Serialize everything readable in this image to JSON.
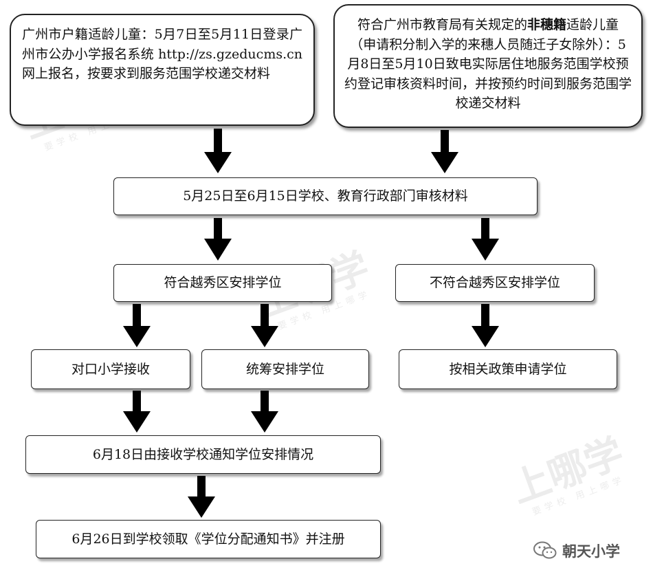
{
  "boxes": {
    "local": {
      "prefix": "广州市户籍适龄儿童：",
      "rest": "5月7日至5月11日登录广州市公办小学报名系统 http://zs.gzeducms.cn 网上报名，按要求到服务范围学校递交材料"
    },
    "nonlocal": {
      "prefix": "符合广州市教育局有关规定的",
      "bold": "非穗籍",
      "rest": "适龄儿童（申请积分制入学的来穗人员随迁子女除外）：5月8日至5月10日致电实际居住地服务范围学校预约登记审核资料时间，并按预约时间到服务范围学校递交材料"
    },
    "review": "5月25日至6月15日学校、教育行政部门审核材料",
    "eligible": "符合越秀区安排学位",
    "ineligible": "不符合越秀区安排学位",
    "direct": "对口小学接收",
    "overall": "统筹安排学位",
    "policy": "按相关政策申请学位",
    "notify": "6月18日由接收学校通知学位安排情况",
    "register": "6月26日到学校领取《学位分配通知书》并注册"
  },
  "watermark": {
    "logo_text": "上哪学",
    "sub_text": "要学校 用上哪学"
  },
  "brand": {
    "icon": "wechat-icon",
    "name": "朝天小学"
  }
}
